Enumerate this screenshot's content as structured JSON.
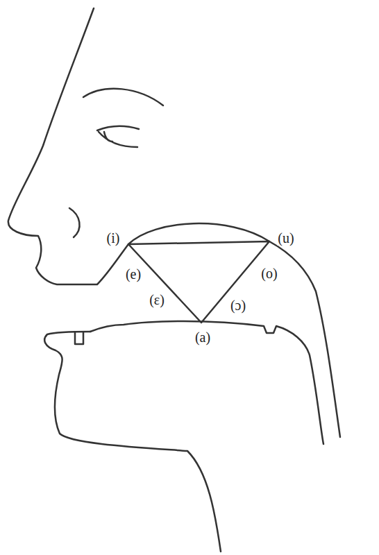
{
  "diagram": {
    "labels": [
      "(i)",
      "(e)",
      "(ɛ)",
      "(a)",
      "(ɔ)",
      "(o)",
      "(u)"
    ]
  }
}
